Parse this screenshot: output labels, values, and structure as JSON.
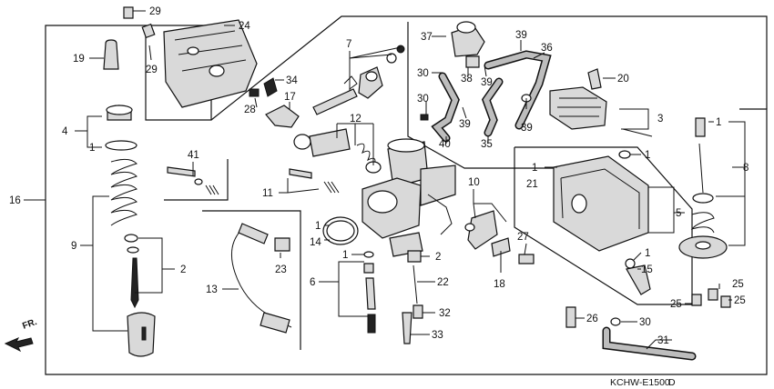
{
  "diagram_code": "KCHW-E1500",
  "diagram_code_suffix": "D",
  "front_indicator": "FR.",
  "callouts": [
    {
      "id": "c29a",
      "text": "29"
    },
    {
      "id": "c24",
      "text": "24"
    },
    {
      "id": "c29b",
      "text": "29"
    },
    {
      "id": "c19",
      "text": "19"
    },
    {
      "id": "c34",
      "text": "34"
    },
    {
      "id": "c28",
      "text": "28"
    },
    {
      "id": "c17",
      "text": "17"
    },
    {
      "id": "c7",
      "text": "7"
    },
    {
      "id": "c12",
      "text": "12"
    },
    {
      "id": "c4",
      "text": "4"
    },
    {
      "id": "c1a",
      "text": "1"
    },
    {
      "id": "c41",
      "text": "41"
    },
    {
      "id": "c11",
      "text": "11"
    },
    {
      "id": "c16",
      "text": "16"
    },
    {
      "id": "c9",
      "text": "9"
    },
    {
      "id": "c2a",
      "text": "2"
    },
    {
      "id": "c13",
      "text": "13"
    },
    {
      "id": "c23",
      "text": "23"
    },
    {
      "id": "c1b",
      "text": "1"
    },
    {
      "id": "c14",
      "text": "14"
    },
    {
      "id": "c1c",
      "text": "1"
    },
    {
      "id": "c6",
      "text": "6"
    },
    {
      "id": "c2b",
      "text": "2"
    },
    {
      "id": "c22",
      "text": "22"
    },
    {
      "id": "c32",
      "text": "32"
    },
    {
      "id": "c33",
      "text": "33"
    },
    {
      "id": "c10",
      "text": "10"
    },
    {
      "id": "c27",
      "text": "27"
    },
    {
      "id": "c18",
      "text": "18"
    },
    {
      "id": "c37",
      "text": "37"
    },
    {
      "id": "c39a",
      "text": "39"
    },
    {
      "id": "c36",
      "text": "36"
    },
    {
      "id": "c30a",
      "text": "30"
    },
    {
      "id": "c38",
      "text": "38"
    },
    {
      "id": "c39b",
      "text": "39"
    },
    {
      "id": "c30b",
      "text": "30"
    },
    {
      "id": "c39c",
      "text": "39"
    },
    {
      "id": "c39d",
      "text": "39"
    },
    {
      "id": "c40",
      "text": "40"
    },
    {
      "id": "c35",
      "text": "35"
    },
    {
      "id": "c20",
      "text": "20"
    },
    {
      "id": "c3",
      "text": "3"
    },
    {
      "id": "c1d",
      "text": "1"
    },
    {
      "id": "c21",
      "text": "21"
    },
    {
      "id": "c1e",
      "text": "1"
    },
    {
      "id": "c5",
      "text": "5"
    },
    {
      "id": "c1f",
      "text": "1"
    },
    {
      "id": "c15",
      "text": "15"
    },
    {
      "id": "c1g",
      "text": "1"
    },
    {
      "id": "c8",
      "text": "8"
    },
    {
      "id": "c25a",
      "text": "25"
    },
    {
      "id": "c25b",
      "text": "25"
    },
    {
      "id": "c25c",
      "text": "25"
    },
    {
      "id": "c26",
      "text": "26"
    },
    {
      "id": "c30c",
      "text": "30"
    },
    {
      "id": "c31",
      "text": "31"
    }
  ]
}
